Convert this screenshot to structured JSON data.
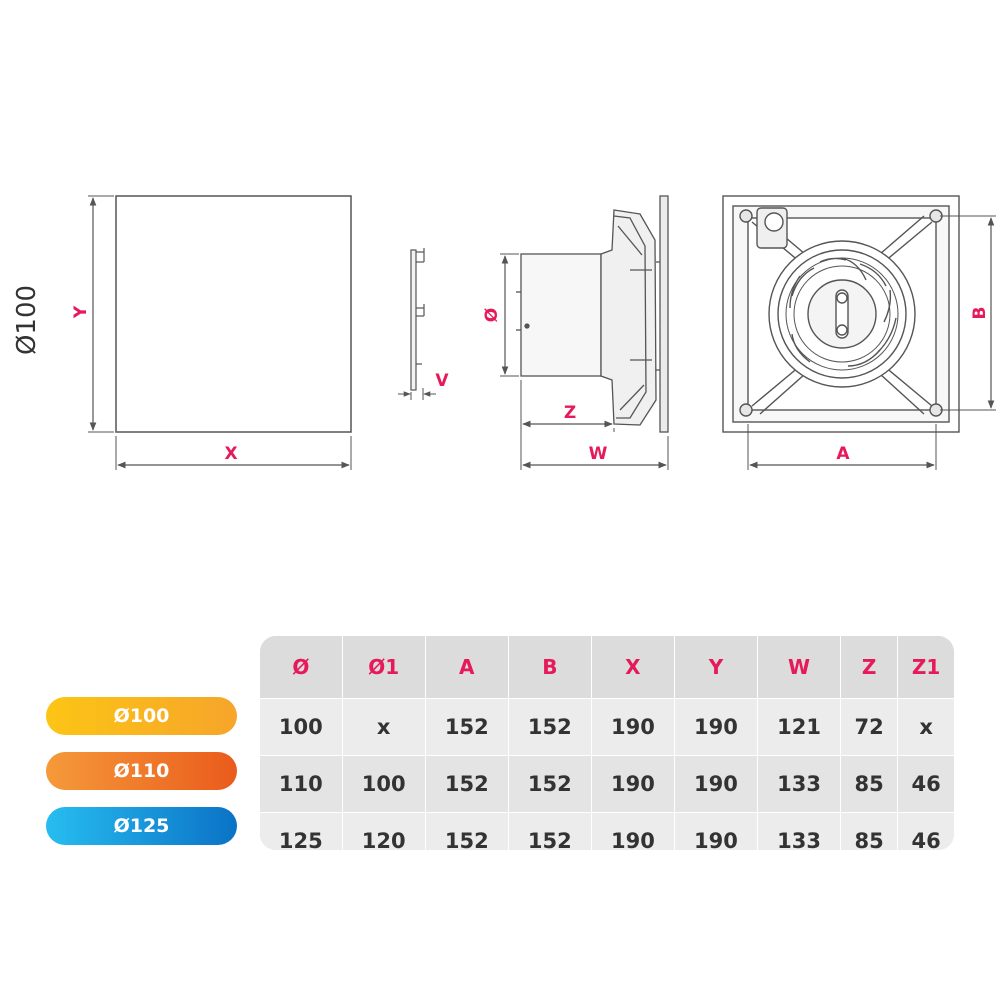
{
  "drawing": {
    "side_label": "Ø100",
    "dims": {
      "y": "Y",
      "x": "X",
      "v": "V",
      "diameter": "Ø",
      "z": "Z",
      "w": "W",
      "a": "A",
      "b": "B"
    }
  },
  "variants": [
    {
      "label": "Ø100",
      "color_from": "#fcc515",
      "color_to": "#f6a52a"
    },
    {
      "label": "Ø110",
      "color_from": "#f59a3a",
      "color_to": "#ea5b1c"
    },
    {
      "label": "Ø125",
      "color_from": "#27bdf0",
      "color_to": "#0b72c6"
    }
  ],
  "table": {
    "headers": [
      "Ø",
      "Ø1",
      "A",
      "B",
      "X",
      "Y",
      "W",
      "Z",
      "Z1"
    ],
    "rows": [
      [
        "100",
        "x",
        "152",
        "152",
        "190",
        "190",
        "121",
        "72",
        "x"
      ],
      [
        "110",
        "100",
        "152",
        "152",
        "190",
        "190",
        "133",
        "85",
        "46"
      ],
      [
        "125",
        "120",
        "152",
        "152",
        "190",
        "190",
        "133",
        "85",
        "46"
      ]
    ]
  },
  "colors": {
    "accent": "#e6195a",
    "line": "#555555",
    "table_bg": "#dcdcdc"
  }
}
